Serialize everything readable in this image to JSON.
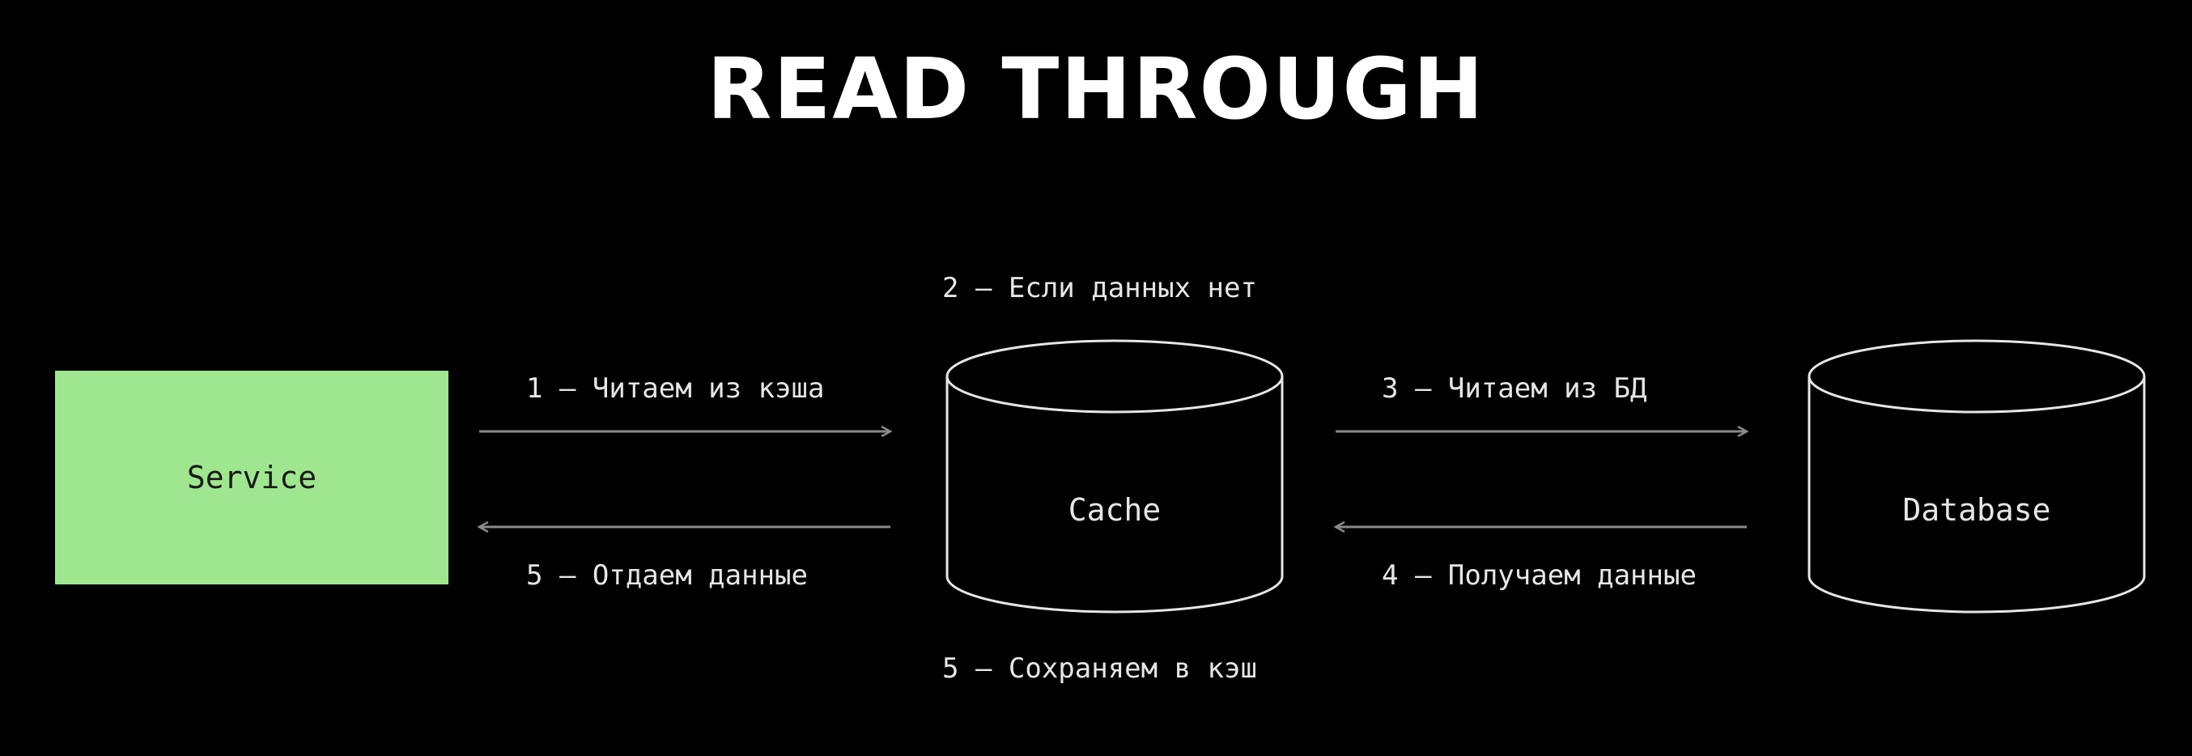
{
  "title": "READ THROUGH",
  "nodes": {
    "service": "Service",
    "cache": "Cache",
    "database": "Database"
  },
  "steps": {
    "step1": "1 — Читаем из кэша",
    "step2": "2 — Если данных нет",
    "step3": "3 — Читаем из БД",
    "step4": "4 — Получаем данные",
    "step5_return": "5 — Отдаем данные",
    "step5_save": "5 — Сохраняем в кэш"
  },
  "colors": {
    "background": "#000000",
    "service_fill": "#9ee78f",
    "stroke": "#e6e6e6",
    "arrow": "#8a8a8a"
  }
}
